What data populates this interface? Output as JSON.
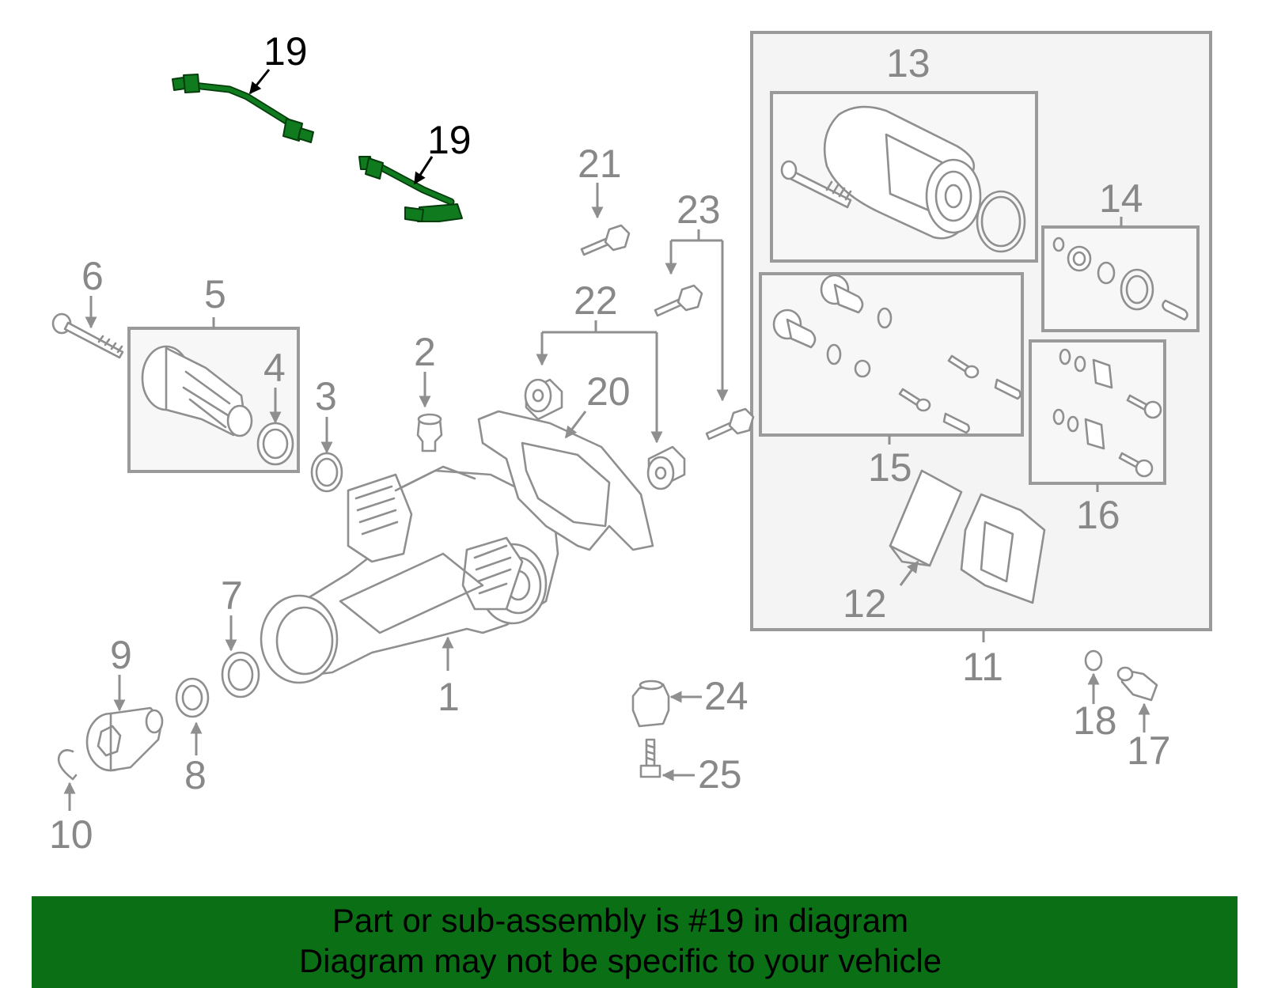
{
  "diagram": {
    "highlight_color": "#0f7a1e",
    "callouts": {
      "c1": "1",
      "c2": "2",
      "c3": "3",
      "c4": "4",
      "c5": "5",
      "c6": "6",
      "c7": "7",
      "c8": "8",
      "c9": "9",
      "c10": "10",
      "c11": "11",
      "c12": "12",
      "c13": "13",
      "c14": "14",
      "c15": "15",
      "c16": "16",
      "c17": "17",
      "c18": "18",
      "c19a": "19",
      "c19b": "19",
      "c20": "20",
      "c21": "21",
      "c22": "22",
      "c23": "23",
      "c24": "24",
      "c25": "25"
    }
  },
  "banner": {
    "background": "#0b6f16",
    "line1": "Part or sub-assembly is #19 in diagram",
    "line2": "Diagram may not be specific to your vehicle"
  }
}
